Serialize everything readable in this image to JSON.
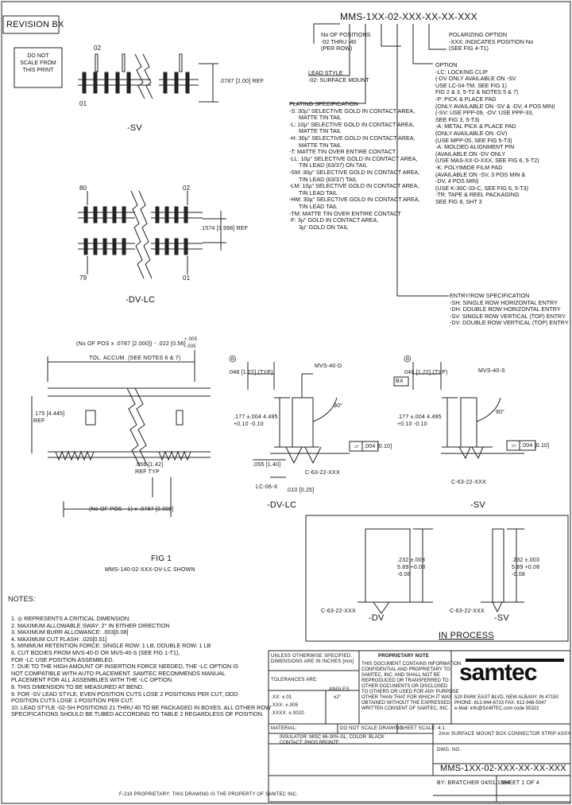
{
  "header": {
    "revision_label": "REVISION BX",
    "do_not_scale": [
      "DO NOT",
      "SCALE FROM",
      "THIS PRINT"
    ],
    "part_number_template": "MMS-1XX-02-XXX-XX-XX-XXX"
  },
  "callouts": {
    "no_of_positions": [
      "No OF POSITIONS",
      "-02 THRU -40",
      "(PER ROW)"
    ],
    "lead_style": [
      "LEAD STYLE",
      "-02: SURFACE MOUNT"
    ],
    "polarizing": [
      "POLARIZING OPTION",
      "-XXX: INDICATES POSITION No",
      "(SEE FIG 4-T1)"
    ],
    "option": [
      "OPTION",
      "-LC: LOCKING CLIP",
      "(-DV ONLY AVAILABLE ON -SV",
      "USE LC-04-TM, SEE FIG 1)",
      "FIG 2 & 3, 5-T2 & NOTES 5 & 7)",
      "-P: PICK & PLACE PAD",
      "(ONLY AVAILABLE ON -SV & -DV, 4 POS MIN)",
      "(-SV: USE PPP-09, -DV: USE PPP-33,",
      "SEE FIG 3, 5-T3)",
      "-A: METAL PICK & PLACE PAD",
      "(ONLY AVAILABLE ON -DV)",
      "(USE MPP-05, SEE FIG 5-T3)",
      "-A: MOLDED ALIGNMENT PIN",
      "(AVAILABLE ON -DV ONLY",
      "(USE MAS-XX-D-XXX, SEE FIG 6, 5-T2)",
      "-K: POLYIMIDE FILM PAD",
      "(AVAILABLE ON -SV, 3 POS MIN &",
      "-DV, 4 POS MIN)",
      "(USE K-30C-33-C, SEE FIG 6, 5-T3)",
      "-TR: TAPE & REEL PACKAGING",
      "SEE FIG 8, SHT 3"
    ],
    "plating": [
      "PLATING SPECIFICATION",
      "-S: 30µ\" SELECTIVE GOLD IN CONTACT AREA,",
      "MATTE TIN TAIL",
      "-L: 10µ\" SELECTIVE GOLD IN CONTACT AREA,",
      "MATTE TIN TAIL",
      "-H: 30µ\" SELECTIVE GOLD IN CONTACT AREA,",
      "MATTE TIN TAIL",
      "-T: MATTE TIN OVER ENTIRE CONTACT",
      "-LL: 10µ\" SELECTIVE GOLD IN CONTACT AREA,",
      "TIN LEAD (63/37) ON TAIL",
      "-SM: 30µ\" SELECTIVE GOLD IN CONTACT AREA,",
      "TIN LEAD (63/37) TAIL",
      "-LM: 10µ\" SELECTIVE GOLD IN CONTACT AREA,",
      "TIN LEAD TAIL",
      "-HM: 30µ\" SELECTIVE GOLD IN CONTACT AREA,",
      "TIN LEAD TAIL",
      "-TM: MATTE TIN OVER ENTIRE CONTACT",
      "-F: 3µ\" GOLD IN CONTACT AREA,",
      "3µ\" GOLD ON TAIL"
    ],
    "entry": [
      "ENTRY/ROW SPECIFICATION",
      "-SH: SINGLE ROW HORIZONTAL ENTRY",
      "-DH: DOUBLE ROW HORIZONTAL ENTRY",
      "-SV: SINGLE ROW VERTICAL (TOP) ENTRY",
      "-DV: DOUBLE ROW VERTICAL (TOP) ENTRY"
    ]
  },
  "views": {
    "sv_label": "-SV",
    "dvlc_label": "-DV-LC",
    "sv_pin_02": "02",
    "sv_pin_01": "01",
    "sv_dim": ".0787 [2.00] REF",
    "dv_pin_80": "80",
    "dv_pin_02": "02",
    "dv_pin_79": "79",
    "dv_pin_01": "01",
    "dv_dim": ".1574 [3.998] REF",
    "len_formula_top": "(No OF POS x .0787 [2.000]) - .022 [0.56]",
    "len_tol_plus": "+.005",
    "len_tol_minus": "-.005",
    "len_tol_note": "TOL. ACCUM. (SEE NOTES 6 & 7)",
    "height_dim": ".175 [4.445] REF",
    "pitch_dim": ".056 [1.42] REF TYP",
    "len_formula_bot": "(No OF POS - 1) x .0787 [2.000]",
    "fig_label": "FIG 1",
    "fig_caption": "MMS-140-02-XXX-DV-LC SHOWN"
  },
  "side_views": {
    "dv_typ": ".048 [1.22] (TYP)",
    "dv_mvs": "MVS-40-D",
    "dv_ht": ".177 ±.004 4.495 +0.10 -0.10",
    "dv_angle": "90°",
    "dv_flat": ".004 [0.10]",
    "dv_dim1": ".055 [1.40]",
    "dv_dim2": ".010 [0.25]",
    "dv_c": "C-63-22-XXX",
    "dv_lc": "LC-06-X",
    "dv_label": "-DV-LC",
    "sv_bx": "BX",
    "sv_typ": ".048 [1.22] (TYP)",
    "sv_mvs": "MVS-40-S",
    "sv_ht": ".177 ±.004 4.495 +0.10 -0.10",
    "sv_angle": "90°",
    "sv_flat": ".004 [0.10]",
    "sv_c": "C-63-22-XXX",
    "sv_label": "-SV",
    "ip_dv_dim": ".232 ±.003 5.89 +0.08 -0.08",
    "ip_dv_c": "C-63-22-XXX",
    "ip_dv_label": "-DV",
    "ip_sv_dim": ".232 ±.003 5.89 +0.08 -0.08",
    "ip_sv_c": "C-63-22-XXX",
    "ip_sv_label": "-SV",
    "in_process": "IN PROCESS"
  },
  "notes": {
    "title": "NOTES:",
    "items": [
      "1. ◎ REPRESENTS A CRITICAL DIMENSION.",
      "2. MAXIMUM ALLOWABLE SWAY: 2° IN EITHER DIRECTION",
      "3. MAXIMUM BURR ALLOWANCE: .003[0.08]",
      "4. MAXIMUM CUT FLASH: .020[0.51]",
      "5. MINIMUM RETENTION FORCE: SINGLE ROW: 1 LB, DOUBLE ROW: 1 LB",
      "6. CUT BODIES FROM MVS-40-D OR MVS-40-S (SEE FIG 1-T1),",
      "   FOR -LC USE POSITION ASSEMBLED.",
      "7. DUE TO THE HIGH AMOUNT OF INSERTION FORCE NEEDED, THE -LC OPTION IS",
      "   NOT COMPATIBLE WITH AUTO PLACEMENT. SAMTEC RECOMMENDS MANUAL",
      "   PLACEMENT FOR ALL ASSEMBLIES WITH THE -LC OPTION.",
      "8. THIS DIMENSION TO BE MEASURED AT BEND.",
      "9. FOR -SV LEAD STYLE, EVEN POSITION CUTS LOSE 2 POSITIONS PER CUT, ODD",
      "   POSITION CUTS LOSE 1 POSITION PER CUT.",
      "10. LEAD STYLE -02-SH POSITIONS 21 THRU 40 TO BE PACKAGED IN BOXES. ALL OTHER ROW",
      "    SPECIFICATIONS SHOULD BE TUBED ACCORDING TO TABLE 2 REGARDLESS OF POSITION."
    ],
    "footer": "F-219 PROPRIETARY: THIS DRAWING IS THE PROPERTY OF SAMTEC INC."
  },
  "title_block": {
    "unless": "UNLESS OTHERWISE SPECIFIED, DIMENSIONS ARE IN INCHES [mm]",
    "tolerances": "TOLERANCES ARE:",
    "angles": "ANGLES",
    "tol1": ".XX: ±.01",
    "tol2": ".XXX: ±.005",
    "tol3": ".XXXX: ±.0020",
    "ang_val": "±2°",
    "proprietary_title": "PROPRIETARY NOTE",
    "proprietary_text": [
      "THIS DOCUMENT CONTAINS INFORMATION",
      "CONFIDENTIAL AND PROPRIETARY TO",
      "SAMTEC, INC. AND SHALL NOT BE",
      "REPRODUCED OR TRANSFERRED TO",
      "OTHER DOCUMENTS OR DISCLOSED",
      "TO OTHERS OR USED FOR ANY PURPOSE",
      "OTHER THAN THAT FOR WHICH IT WAS",
      "OBTAINED WITHOUT THE EXPRESSED",
      "WRITTEN CONSENT OF SAMTEC, INC."
    ],
    "logo": "samtec",
    "address": [
      "520 PARK EAST BLVD, NEW ALBANY, IN 47150",
      "PHONE: 812-944-6733  FAX: 812-948-5047",
      "e-Mail: info@SAMTEC.com  code 55322"
    ],
    "material_label": "MATERIAL:",
    "material_text": [
      "INSULATOR: MISC 66-30% GL, COLOR: BLACK",
      "CONTACT: PHOS BRONZE"
    ],
    "scale_text": "DO NOT SCALE DRAWING",
    "sheet_scale": "SHEET SCALE: 4:1",
    "desc": "2mm SURFACE MOUNT BOX CONNECTOR STRIP ASSY",
    "dwg_label": "DWG. NO.",
    "dwg_no": "MMS-1XX-02-XXX-XX-XX-XXX",
    "by": "BY: BRATCHER 04/01/1994",
    "sheet": "SHEET 1 OF 4"
  }
}
